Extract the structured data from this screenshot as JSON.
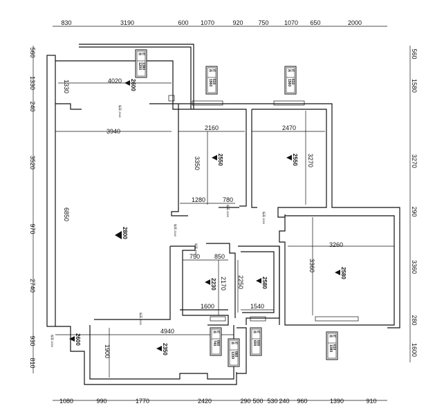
{
  "dimensions": {
    "top": [
      "830",
      "3190",
      "600",
      "1070",
      "920",
      "750",
      "1070",
      "650",
      "2000"
    ],
    "bottom": [
      "1080",
      "990",
      "1770",
      "2420",
      "290",
      "500",
      "530",
      "240",
      "960",
      "1390",
      "910"
    ],
    "left": [
      "560",
      "1330",
      "240",
      "3520",
      "970",
      "2740",
      "930",
      "810"
    ],
    "right": [
      "560",
      "1580",
      "3270",
      "290",
      "3360",
      "280",
      "1600"
    ]
  },
  "interior_dimensions": [
    "4020",
    "1330",
    "3940",
    "6850",
    "2160",
    "2470",
    "3350",
    "3270",
    "1280",
    "780",
    "3260",
    "3360",
    "750",
    "850",
    "2170",
    "2250",
    "1600",
    "1540",
    "4940",
    "1900"
  ],
  "ceiling_heights": [
    "2600",
    "2800",
    "2550",
    "2550",
    "2230",
    "2580",
    "2580",
    "2600",
    "2350"
  ],
  "small_notes": [
    "标高 2540",
    "标高 2540",
    "标高 2000",
    "标高 2000",
    "标高 2000",
    "标高 2000",
    "标高 2000"
  ],
  "fixture_tags": [
    [
      "吊",
      "灯",
      "1200",
      "1380"
    ],
    [
      "吊",
      "灯",
      "1560",
      "610"
    ],
    [
      "吊",
      "灯",
      "1560",
      "610"
    ],
    [
      "吊",
      "灯",
      "740",
      "660"
    ],
    [
      "吊",
      "灯",
      "1330",
      "660"
    ],
    [
      "吊",
      "灯",
      "600",
      "600"
    ],
    [
      "吊",
      "灯",
      "1080",
      "610"
    ]
  ]
}
